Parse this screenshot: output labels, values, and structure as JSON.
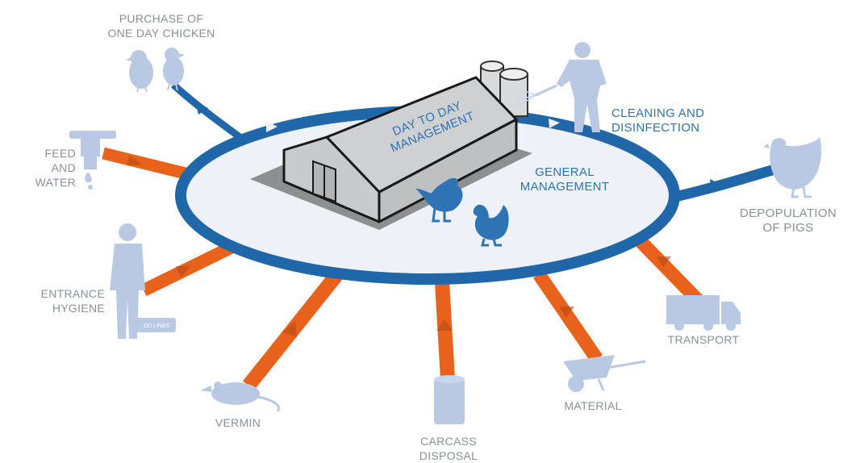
{
  "colors": {
    "blue_ring": "#1f67a8",
    "orange_arrow": "#e8621c",
    "silhouette": "#b9c9e4",
    "ellipse_fill": "#eef2f8",
    "barn_fill": "#c9cacc",
    "barn_shadow": "#8e8f91",
    "label_grey": "#8a8f99",
    "label_blue": "#2f73b2",
    "chicken_blue": "#2e74b5"
  },
  "labels": {
    "purchase": [
      "PURCHASE OF",
      "ONE DAY CHICKEN"
    ],
    "feed": [
      "FEED",
      "AND WATER"
    ],
    "entrance": [
      "ENTRANCE",
      "HYGIENE"
    ],
    "vermin": [
      "VERMIN"
    ],
    "carcass": [
      "CARCASS",
      "DISPOSAL"
    ],
    "material": [
      "MATERIAL"
    ],
    "transport": [
      "TRANSPORT"
    ],
    "depopulation": [
      "DEPOPULATION",
      "OF PIGS"
    ],
    "cleaning": [
      "CLEANING AND",
      "DISINFECTION"
    ],
    "general": [
      "GENERAL",
      "MANAGEMENT"
    ],
    "daytoday": [
      "DAY TO DAY",
      "MANAGEMENT"
    ],
    "dd_lines": "DD LINES"
  },
  "icons": {
    "purchase": "chick-icon",
    "feed": "water-tap-icon",
    "entrance": "person-footbath-icon",
    "vermin": "rat-icon",
    "carcass": "barrel-icon",
    "material": "wheelbarrow-icon",
    "transport": "truck-icon",
    "depopulation": "hen-icon",
    "cleaning": "worker-spraying-icon",
    "barn": "barn-icon"
  }
}
